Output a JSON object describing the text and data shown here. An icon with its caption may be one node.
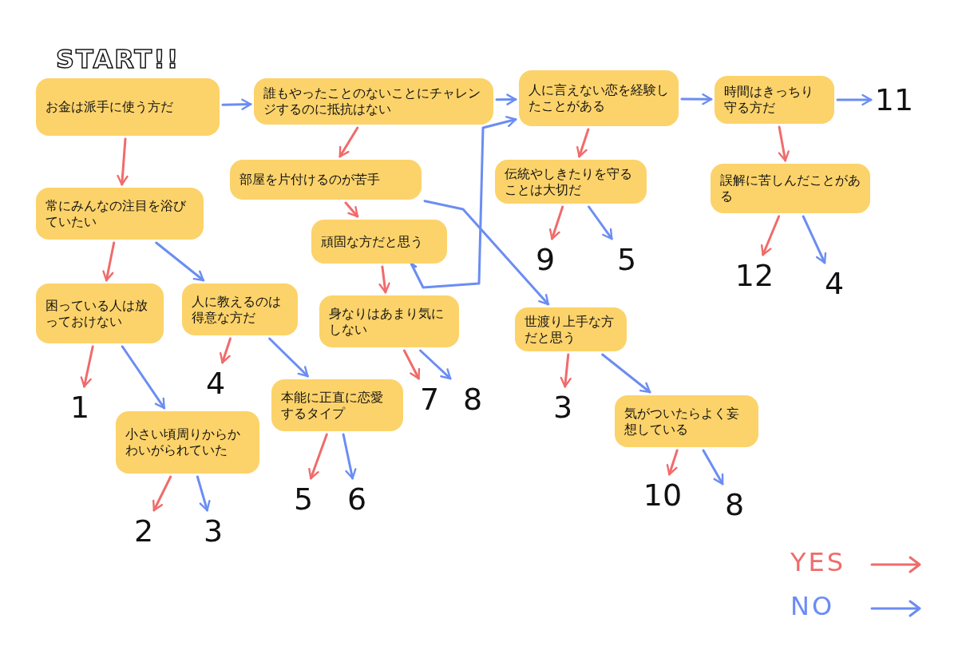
{
  "diagram": {
    "title": "START!!",
    "nodes": [
      {
        "text": [
          "お金は派手に使う方だ"
        ]
      },
      {
        "text": [
          "誰もやったことのないことにチャレンジするのに抵抗はない"
        ]
      },
      {
        "text": [
          "人に言えない恋を経験したことがある"
        ]
      },
      {
        "text": [
          "時間はきっちり守る方だ"
        ]
      },
      {
        "text": [
          "11"
        ]
      },
      {
        "text": [
          "常にみんなの注目を浴びていたい"
        ]
      },
      {
        "text": [
          "部屋を片付けるのが苦手"
        ]
      },
      {
        "text": [
          "伝統やしきたりを守ることは大切だ"
        ]
      },
      {
        "text": [
          "誤解に苦しんだことがある"
        ]
      },
      {
        "text": [
          "頑固な方だと思う"
        ]
      },
      {
        "text": [
          "困っている人は放っておけない"
        ]
      },
      {
        "text": [
          "人に教えるのは得意な方だ"
        ]
      },
      {
        "text": [
          "身なりはあまり気にしない"
        ]
      },
      {
        "text": [
          "世渡り上手な方だと思う"
        ]
      },
      {
        "text": [
          "9"
        ]
      },
      {
        "text": [
          "5"
        ]
      },
      {
        "text": [
          "12"
        ]
      },
      {
        "text": [
          "4"
        ]
      },
      {
        "text": [
          "1"
        ]
      },
      {
        "text": [
          "4"
        ]
      },
      {
        "text": [
          "本能に正直に恋愛するタイプ"
        ]
      },
      {
        "text": [
          "7"
        ]
      },
      {
        "text": [
          "8"
        ]
      },
      {
        "text": [
          "3"
        ]
      },
      {
        "text": [
          "小さい頃周りからかわいがられていた"
        ]
      },
      {
        "text": [
          "気がついたらよく妄想している"
        ]
      },
      {
        "text": [
          "2"
        ]
      },
      {
        "text": [
          "3"
        ]
      },
      {
        "text": [
          "5"
        ]
      },
      {
        "text": [
          "6"
        ]
      },
      {
        "text": [
          "10"
        ]
      },
      {
        "text": [
          "8"
        ]
      }
    ],
    "edges": [
      {
        "from": 0,
        "to": 1,
        "arrow": "to",
        "color": "#6b8df2"
      },
      {
        "from": 0,
        "to": 5,
        "arrow": "to",
        "color": "#f06b6b"
      },
      {
        "from": 1,
        "to": 2,
        "arrow": "to",
        "color": "#6b8df2"
      },
      {
        "from": 1,
        "to": 6,
        "arrow": "to",
        "color": "#f06b6b"
      },
      {
        "from": 2,
        "to": 3,
        "arrow": "to",
        "color": "#6b8df2"
      },
      {
        "from": 2,
        "to": 7,
        "arrow": "to",
        "color": "#f06b6b"
      },
      {
        "from": 3,
        "to": 4,
        "arrow": "to",
        "color": "#6b8df2"
      },
      {
        "from": 3,
        "to": 8,
        "arrow": "to",
        "color": "#f06b6b"
      },
      {
        "from": 5,
        "to": 10,
        "arrow": "to",
        "color": "#f06b6b"
      },
      {
        "from": 5,
        "to": 11,
        "arrow": "to",
        "color": "#6b8df2"
      },
      {
        "from": 6,
        "to": 9,
        "arrow": "to",
        "color": "#f06b6b"
      },
      {
        "from": 6,
        "to": 13,
        "arrow": "to",
        "color": "#6b8df2"
      },
      {
        "from": 9,
        "to": 12,
        "arrow": "to",
        "color": "#f06b6b"
      },
      {
        "from": 9,
        "to": 2,
        "arrow": "to",
        "color": "#6b8df2"
      },
      {
        "from": 7,
        "to": 14,
        "arrow": "to",
        "color": "#f06b6b"
      },
      {
        "from": 7,
        "to": 15,
        "arrow": "to",
        "color": "#6b8df2"
      },
      {
        "from": 8,
        "to": 16,
        "arrow": "to",
        "color": "#f06b6b"
      },
      {
        "from": 8,
        "to": 17,
        "arrow": "to",
        "color": "#6b8df2"
      },
      {
        "from": 10,
        "to": 18,
        "arrow": "to",
        "color": "#f06b6b"
      },
      {
        "from": 10,
        "to": 24,
        "arrow": "to",
        "color": "#6b8df2"
      },
      {
        "from": 11,
        "to": 19,
        "arrow": "to",
        "color": "#f06b6b"
      },
      {
        "from": 11,
        "to": 20,
        "arrow": "to",
        "color": "#6b8df2"
      },
      {
        "from": 12,
        "to": 21,
        "arrow": "to",
        "color": "#f06b6b"
      },
      {
        "from": 12,
        "to": 22,
        "arrow": "to",
        "color": "#6b8df2"
      },
      {
        "from": 13,
        "to": 23,
        "arrow": "to",
        "color": "#f06b6b"
      },
      {
        "from": 13,
        "to": 25,
        "arrow": "to",
        "color": "#6b8df2"
      },
      {
        "from": 24,
        "to": 26,
        "arrow": "to",
        "color": "#f06b6b"
      },
      {
        "from": 24,
        "to": 27,
        "arrow": "to",
        "color": "#6b8df2"
      },
      {
        "from": 20,
        "to": 28,
        "arrow": "to",
        "color": "#f06b6b"
      },
      {
        "from": 20,
        "to": 29,
        "arrow": "to",
        "color": "#6b8df2"
      },
      {
        "from": 25,
        "to": 30,
        "arrow": "to",
        "color": "#f06b6b"
      },
      {
        "from": 25,
        "to": 31,
        "arrow": "to",
        "color": "#6b8df2"
      }
    ],
    "legend": [
      {
        "text": "YES"
      },
      {
        "text": "NO"
      }
    ]
  }
}
